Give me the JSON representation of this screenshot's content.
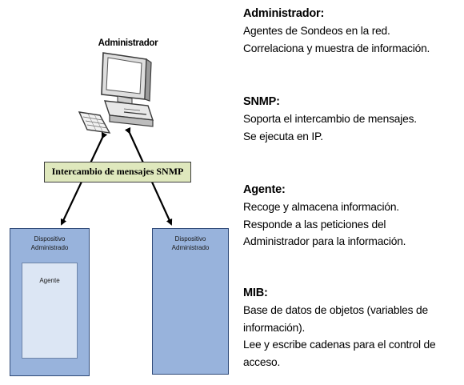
{
  "diagram": {
    "admin_label": "Administrador",
    "message_box": "Intercambio  de mensajes SNMP",
    "devices": [
      {
        "title_line1": "Dispositivo",
        "title_line2": "Administrado",
        "agent_label": "Agente"
      },
      {
        "title_line1": "Dispositivo",
        "title_line2": "Administrado"
      }
    ],
    "colors": {
      "device_fill": "#98b3dc",
      "agent_fill": "#dce6f4",
      "message_box_fill": "#dfe8bd"
    }
  },
  "sections": [
    {
      "title": "Administrador:",
      "lines": [
        "Agentes de Sondeos en la red.",
        "Correlaciona y muestra de información."
      ]
    },
    {
      "title": "SNMP:",
      "lines": [
        "Soporta el intercambio de mensajes.",
        "Se ejecuta en IP."
      ]
    },
    {
      "title": "Agente:",
      "lines": [
        "Recoge y almacena información.",
        "Responde a las peticiones del",
        "Administrador para la información."
      ]
    },
    {
      "title": "MIB:",
      "lines": [
        "Base de datos de objetos (variables de",
        "información).",
        "Lee y escribe cadenas para el control de",
        "acceso."
      ]
    }
  ]
}
